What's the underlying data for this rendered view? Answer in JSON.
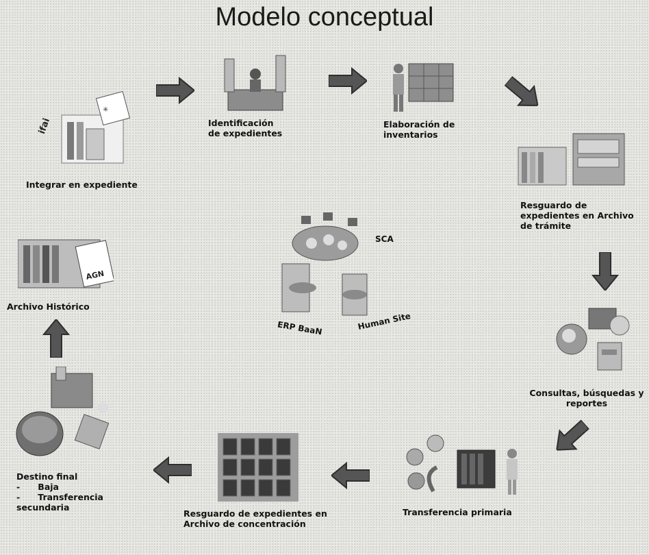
{
  "title": "Modelo conceptual",
  "stages": {
    "integrar": "Integrar en expediente",
    "identificacion": [
      "Identificación",
      "de expedientes"
    ],
    "elaboracion": [
      "Elaboración de",
      "inventarios"
    ],
    "resguardo_tramite": [
      "Resguardo de",
      "expedientes en Archivo",
      "de trámite"
    ],
    "consultas": [
      "Consultas, búsquedas y",
      "reportes"
    ],
    "transferencia_primaria": "Transferencia primaria",
    "resguardo_concentracion": [
      "Resguardo de expedientes en",
      "Archivo de concentración"
    ],
    "destino_final": {
      "heading": "Destino final",
      "items": [
        "-      Baja",
        "-      Transferencia"
      ],
      "tail": "secundaria"
    },
    "archivo_historico": "Archivo Histórico"
  },
  "center": {
    "sca": "SCA",
    "erp": "ERP BaaN",
    "human": "Human Site"
  },
  "logos": {
    "ifai": "ifai",
    "agn": "AGN"
  },
  "colors": {
    "arrow": "#555555",
    "arrow_shadow": "#2e2e2e"
  }
}
